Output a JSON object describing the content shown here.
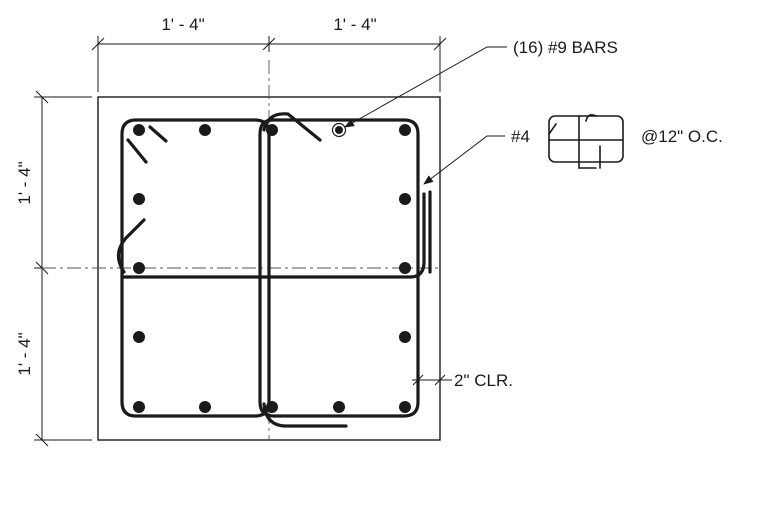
{
  "dimensions": {
    "top_left": "1' - 4\"",
    "top_right": "1' - 4\"",
    "side_upper": "1' - 4\"",
    "side_lower": "1' - 4\""
  },
  "callouts": {
    "bars": "(16) #9 BARS",
    "tie_size": "#4",
    "tie_spacing": "@12\" O.C.",
    "clear_cover": "2\" CLR."
  },
  "colors": {
    "line": "#1a1a1a",
    "centerline": "#555555",
    "background": "#ffffff"
  }
}
